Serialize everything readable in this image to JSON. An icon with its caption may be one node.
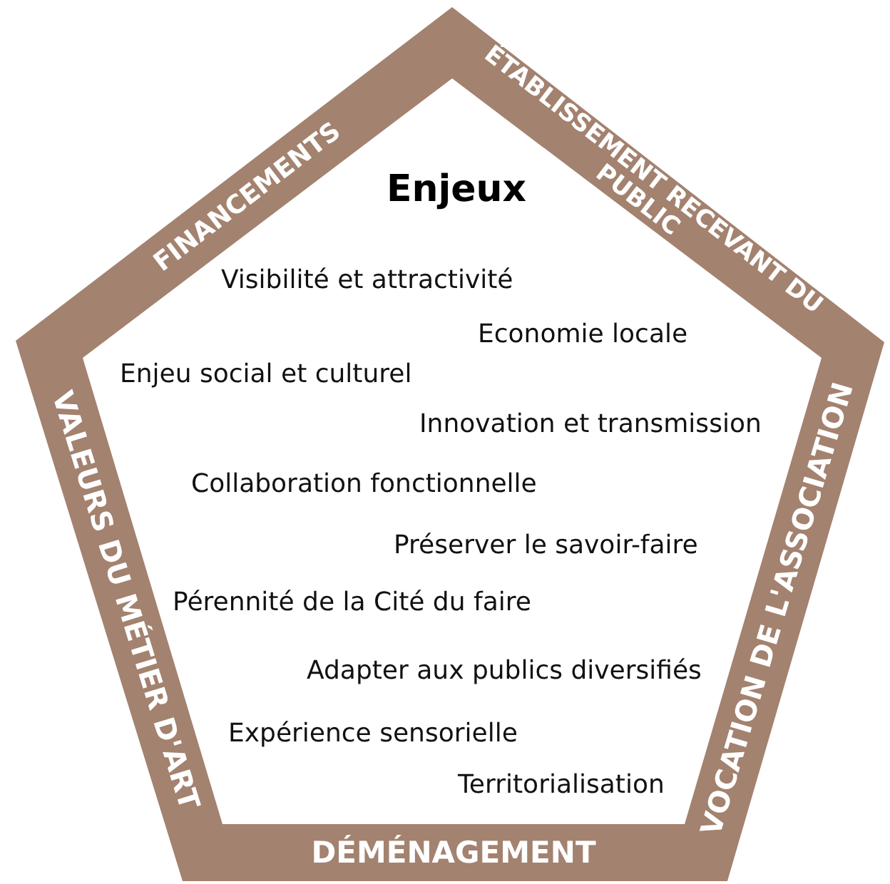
{
  "diagram": {
    "nodes": [
      {
        "text": [
          "Enjeux",
          "Visibilité et attractivité",
          "Economie locale",
          "Enjeu social et culturel",
          "Innovation et transmission",
          "Collaboration fonctionnelle",
          "Préserver le savoir-faire",
          "Pérennité de la Cité du faire",
          "Adapter aux publics diversifiés",
          "Expérience sensorielle",
          "Territorialisation"
        ]
      }
    ],
    "labels": [
      "FINANCEMENTS",
      "ÉTABLISSEMENT RECEVANT DU PUBLIC",
      "VALEURS DU MÉTIER D'ART",
      "VOCATION DE L'ASSOCIATION",
      "DÉMÉNAGEMENT"
    ]
  }
}
